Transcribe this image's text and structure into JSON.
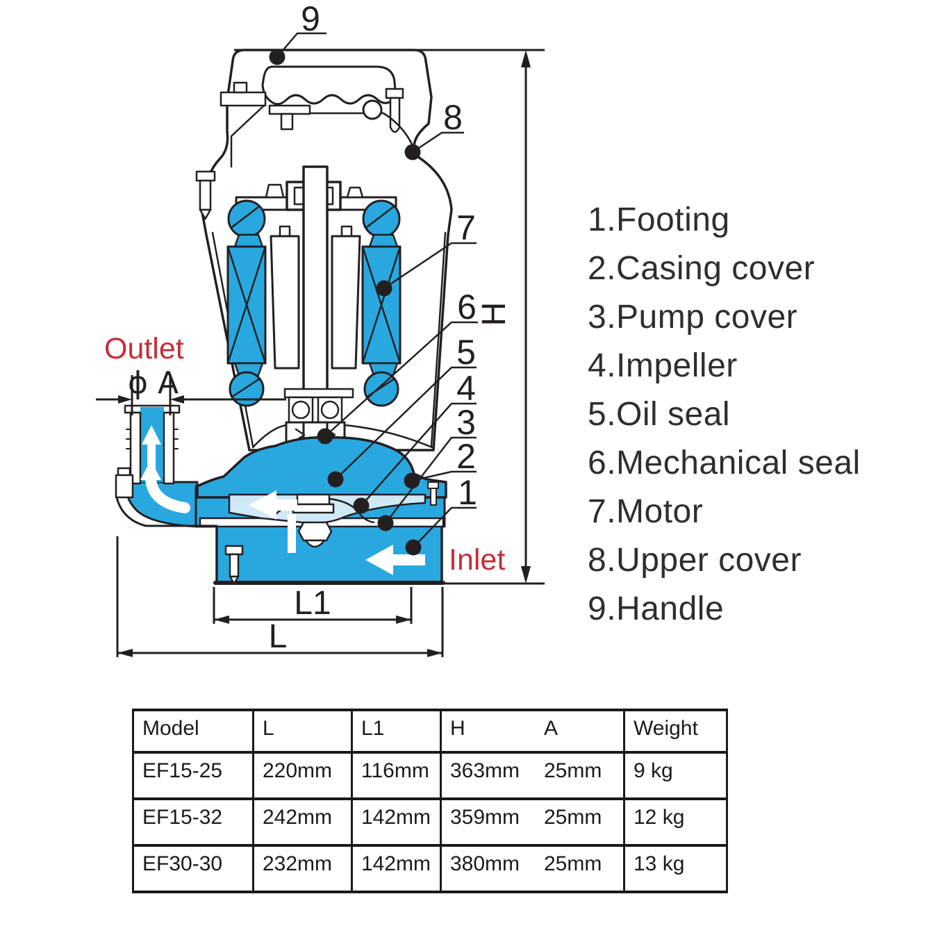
{
  "diagram": {
    "labels": {
      "outlet": "Outlet",
      "inlet": "Inlet",
      "phi_a": "ϕ A",
      "h": "H",
      "l1": "L1",
      "l": "L"
    },
    "callouts": {
      "footing": "1",
      "casing_cover": "2",
      "pump_cover": "3",
      "impeller": "4",
      "oil_seal": "5",
      "mechanical_seal": "6",
      "motor": "7",
      "upper_cover": "8",
      "handle": "9"
    },
    "colors": {
      "line": "#231f20",
      "water_blue": "#29a8e0",
      "pale_blue": "#cfe9f7",
      "label_red": "#c42f38"
    }
  },
  "parts_list": {
    "items": [
      "1.Footing",
      "2.Casing cover",
      "3.Pump cover",
      "4.Impeller",
      "5.Oil seal",
      "6.Mechanical seal",
      "7.Motor",
      "8.Upper cover",
      "9.Handle"
    ]
  },
  "spec_table": {
    "headers": {
      "model": "Model",
      "l": "L",
      "l1": "L1",
      "h": "H",
      "a": "A",
      "weight": "Weight"
    },
    "rows": [
      {
        "model": "EF15-25",
        "l": "220mm",
        "l1": "116mm",
        "h": "363mm",
        "a": "25mm",
        "weight": "9 kg"
      },
      {
        "model": "EF15-32",
        "l": "242mm",
        "l1": "142mm",
        "h": "359mm",
        "a": "25mm",
        "weight": "12 kg"
      },
      {
        "model": "EF30-30",
        "l": "232mm",
        "l1": "142mm",
        "h": "380mm",
        "a": "25mm",
        "weight": "13 kg"
      }
    ]
  }
}
